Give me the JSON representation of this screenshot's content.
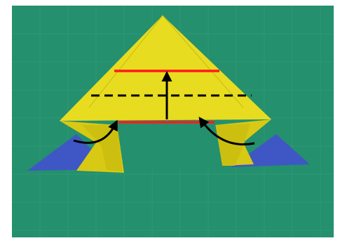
{
  "photo": {
    "subject": "origami-fold-instruction",
    "colors": {
      "mat": "#24906e",
      "mat_grid": "#3aa384",
      "paper_yellow": "#e8dc20",
      "paper_yellow_shade": "#cdbf10",
      "paper_blue": "#3f57c4",
      "marker_red": "#ff1a1a",
      "arrow_black": "#000000"
    },
    "icons": [
      "fold-up-arrow",
      "curved-fold-arrow-left",
      "curved-fold-arrow-right",
      "valley-fold-dashed-line"
    ]
  }
}
